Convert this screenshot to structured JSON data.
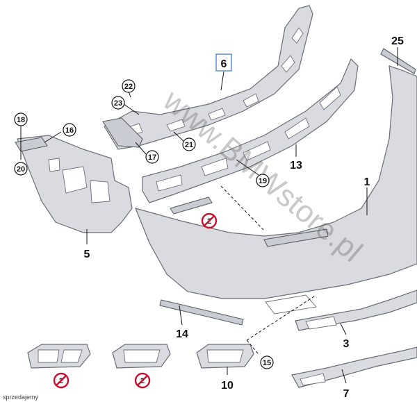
{
  "labels": {
    "l1": "1",
    "l3": "3",
    "l5": "5",
    "l6": "6",
    "l7": "7",
    "l10": "10",
    "l13": "13",
    "l14": "14",
    "l15": "15",
    "l16": "16",
    "l17": "17",
    "l18": "18",
    "l19": "19",
    "l20": "20",
    "l21": "21",
    "l22": "22",
    "l23": "23",
    "l25": "25",
    "l2a": "2",
    "l2b": "2",
    "l2c": "2"
  },
  "watermark": "www.BMWstore.pl",
  "footer_text": "sprzedajemy",
  "colors": {
    "part_fill": "#d9dbe0",
    "outline": "#6a6d73",
    "no_symbol": "#c8102e",
    "highlight_box": "#5b8fd6"
  }
}
